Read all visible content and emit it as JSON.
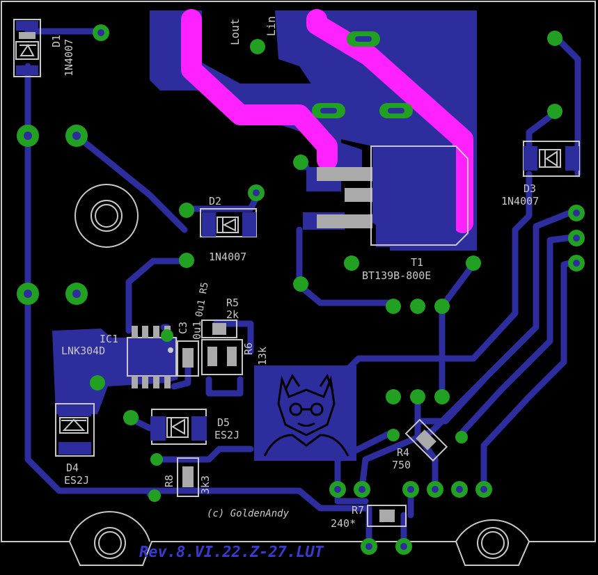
{
  "colors": {
    "background": "#000000",
    "copper": "#2d2d9e",
    "copper_dark": "#232380",
    "top_trace": "#ff22ff",
    "pad": "#22a022",
    "drill": "#ffffff",
    "silk": "#c8c8c8",
    "smd_pad": "#aaaaaa",
    "rev_text": "#3a3ad0"
  },
  "labels": {
    "lout": "Lout",
    "lin": "Lin",
    "d1_name": "D1",
    "d1_value": "1N4007",
    "d2_name": "D2",
    "d2_value": "1N4007",
    "d3_name": "D3",
    "d3_value": "1N4007",
    "t1_name": "T1",
    "t1_value": "BT139B-800E",
    "ic1_name": "IC1",
    "ic1_value": "LNK304D",
    "c3_name": "C3",
    "c3_value": "0u1",
    "r5_name": "R5",
    "r5_value": "2k",
    "r6_name": "R6",
    "r6_value": "13k",
    "r4_name": "R4",
    "r4_value": "750",
    "r7_name": "R7",
    "r7_value": "240*",
    "r8_name": "R8",
    "r8_value": "3k3",
    "d5_name": "D5",
    "d5_value": "ES2J",
    "d4_name": "D4",
    "d4_value": "ES2J",
    "rot_label": "0u1 R5",
    "copyright": "(c) GoldenAndy",
    "revision": "Rev.8.VI.22.Z-27.LUT"
  }
}
